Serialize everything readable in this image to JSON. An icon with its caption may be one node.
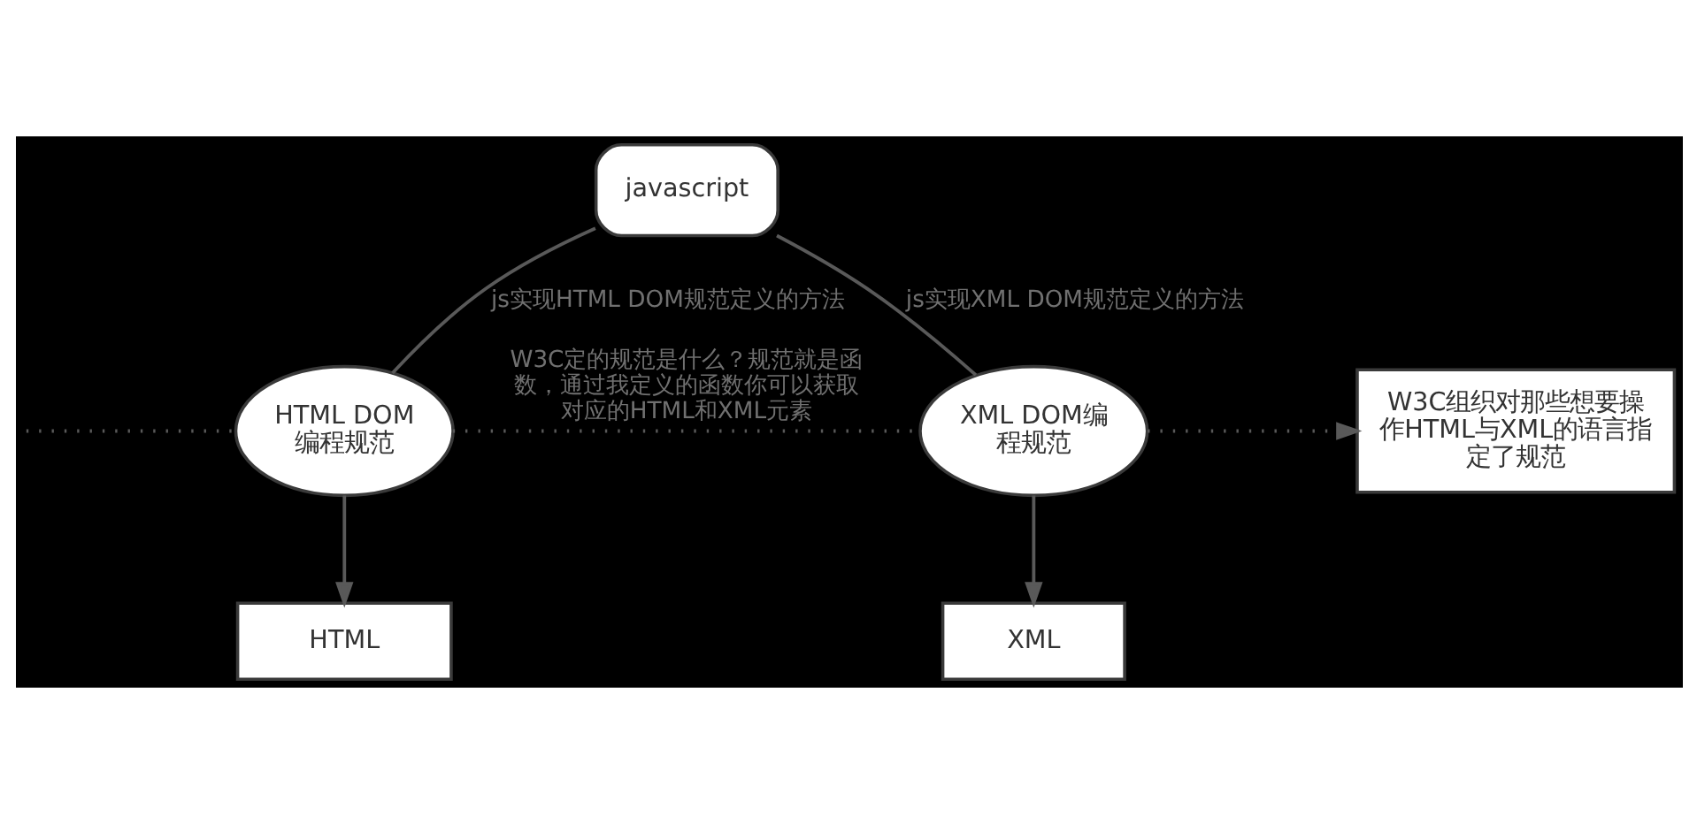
{
  "diagram": {
    "nodes": [
      {
        "text": [
          "javascript"
        ]
      },
      {
        "text": [
          "HTML DOM编程规范"
        ]
      },
      {
        "text": [
          "XML DOM编程规范"
        ]
      },
      {
        "text": [
          "W3C组织对那些想要操作HTML与XML的语言指定了规范"
        ]
      },
      {
        "text": [
          "HTML"
        ]
      },
      {
        "text": [
          "XML"
        ]
      }
    ],
    "edges": [
      {
        "from": 0,
        "to": 1,
        "arrow": "none",
        "label": "js实现HTML DOM规范定义的方法"
      },
      {
        "from": 0,
        "to": 2,
        "arrow": "none",
        "label": "js实现XML DOM规范定义的方法"
      },
      {
        "from": null,
        "to": 1,
        "arrow": "none",
        "style": "dashed"
      },
      {
        "from": 1,
        "to": 2,
        "arrow": "none",
        "style": "dashed",
        "label": "W3C定的规范是什么？规范就是函数，通过我定义的函数你可以获取对应的HTML和XML元素"
      },
      {
        "from": 2,
        "to": 3,
        "arrow": "to",
        "style": "dashed"
      },
      {
        "from": 1,
        "to": 4,
        "arrow": "to"
      },
      {
        "from": 2,
        "to": 5,
        "arrow": "to"
      }
    ]
  }
}
